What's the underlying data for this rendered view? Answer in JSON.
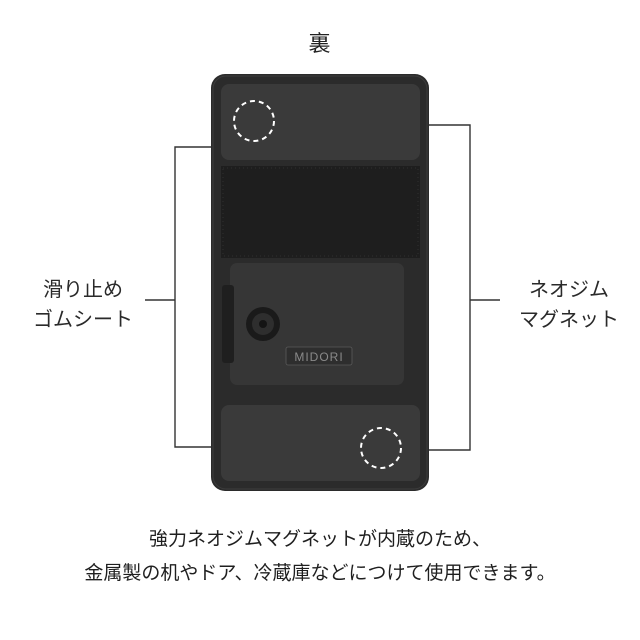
{
  "heading": "裏",
  "labels": {
    "left_line1": "滑り止め",
    "left_line2": "ゴムシート",
    "right_line1": "ネオジム",
    "right_line2": "マグネット"
  },
  "device": {
    "brand_mark": "MIDORI",
    "body_color": "#2b2b2b",
    "pad_color": "#3a3a3a",
    "velcro_color": "#1e1e1e"
  },
  "caption": {
    "line1": "強力ネオジムマグネットが内蔵のため、",
    "line2": "金属製の机やドア、冷蔵庫などにつけて使用できます。"
  }
}
